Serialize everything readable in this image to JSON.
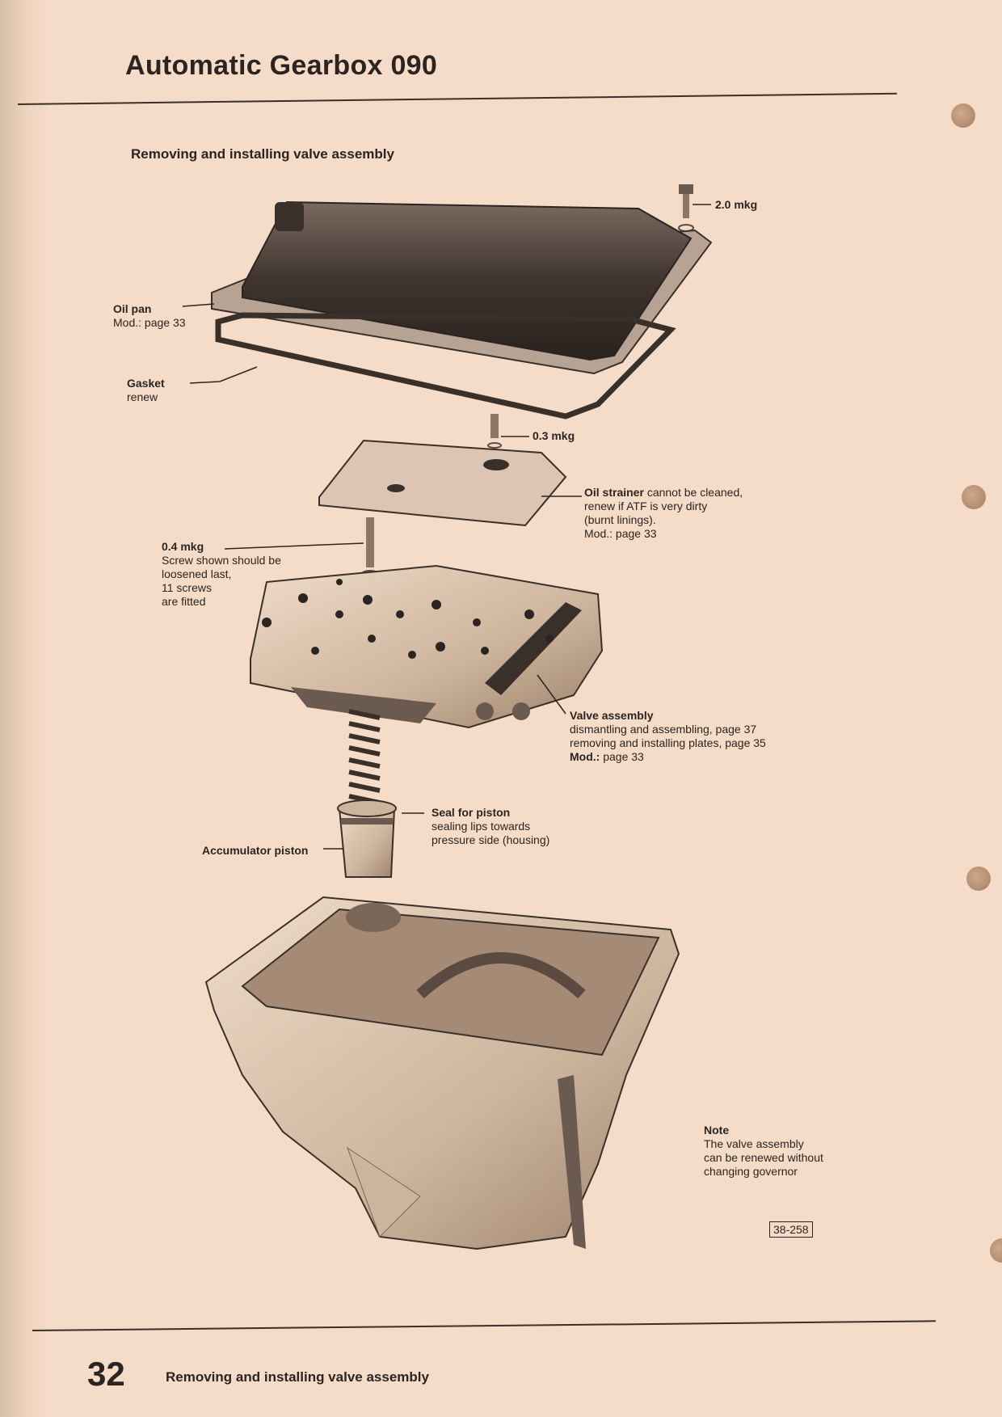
{
  "header": {
    "title": "Automatic Gearbox 090"
  },
  "section": {
    "title": "Removing and installing valve assembly"
  },
  "labels": {
    "torque_top": "2.0 mkg",
    "oil_pan": {
      "name": "Oil pan",
      "note": "Mod.: page 33"
    },
    "gasket": {
      "name": "Gasket",
      "note": "renew"
    },
    "torque_strainer": "0.3 mkg",
    "strainer": {
      "name": "Oil strainer",
      "line1": "cannot be cleaned,",
      "line2": "renew if ATF is very dirty",
      "line3": "(burnt linings).",
      "line4": "Mod.: page 33"
    },
    "screw": {
      "torque": "0.4 mkg",
      "line1": "Screw shown should be",
      "line2": "loosened last,",
      "line3": "11 screws",
      "line4": "are fitted"
    },
    "valve": {
      "name": "Valve assembly",
      "line1": "dismantling and assembling, page 37",
      "line2": "removing and installing plates, page 35",
      "mod": "Mod.:",
      "mod_page": "page 33"
    },
    "seal": {
      "name": "Seal for piston",
      "line1": "sealing lips towards",
      "line2": "pressure side (housing)"
    },
    "piston": {
      "name": "Accumulator piston"
    },
    "note": {
      "title": "Note",
      "line1": "The valve assembly",
      "line2": "can be renewed without",
      "line3": "changing governor"
    }
  },
  "figure_ref": "38-258",
  "footer": {
    "page_number": "32",
    "title": "Removing and installing valve assembly"
  }
}
